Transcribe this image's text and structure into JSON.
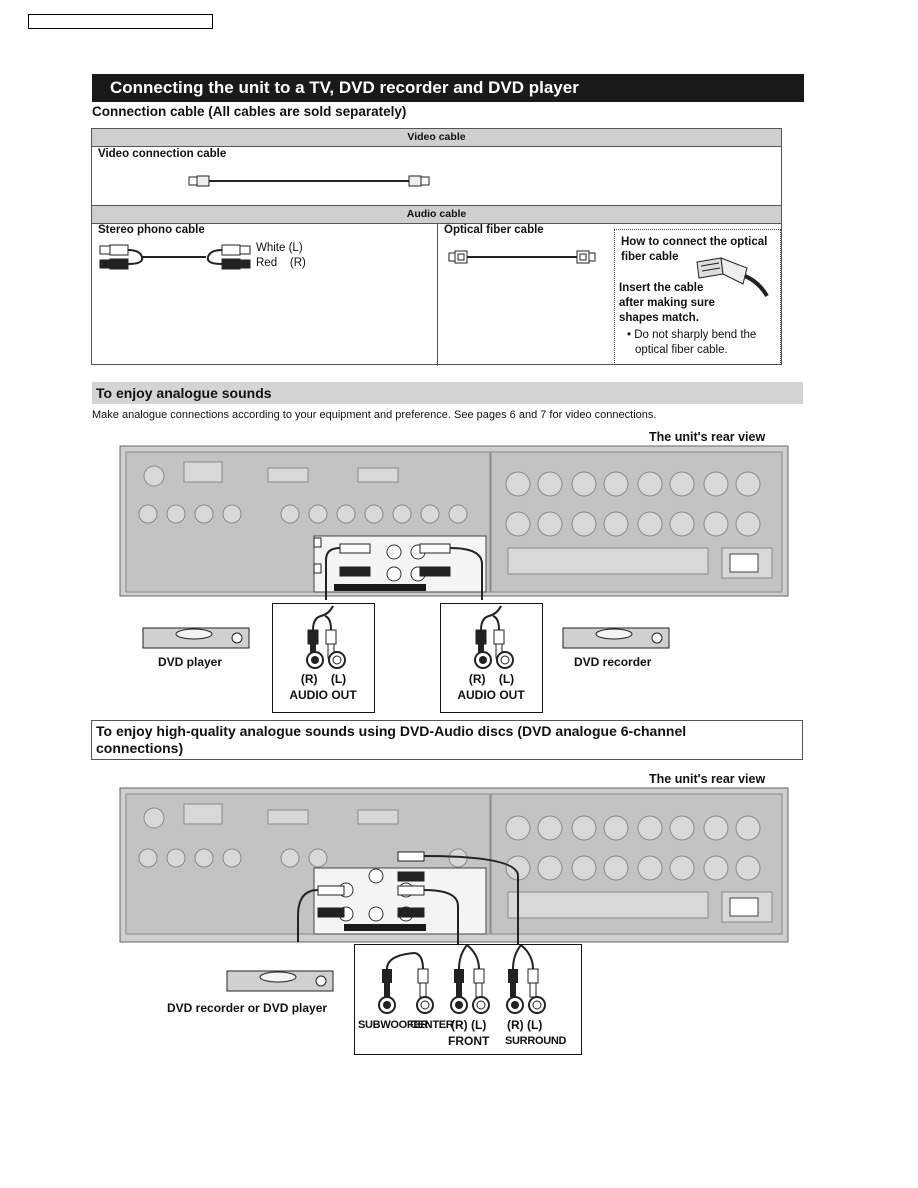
{
  "header": {
    "title": "Connecting the unit to a TV, DVD recorder and DVD player"
  },
  "connection_cable": {
    "heading": "Connection cable (All cables are sold separately)",
    "video_band": "Video cable",
    "video_connection_label": "Video connection cable",
    "audio_band": "Audio cable",
    "stereo_label": "Stereo phono cable",
    "white_label": "White (L)",
    "red_label": "Red    (R)",
    "optical_label": "Optical fiber cable",
    "howto_title_1": "How to connect the optical",
    "howto_title_2": "fiber cable",
    "insert_1": "Insert the cable",
    "insert_2": "after making sure",
    "insert_3": "shapes match.",
    "note_1": "• Do not sharply bend the",
    "note_2": "optical fiber cable."
  },
  "analogue": {
    "heading": "To enjoy analogue sounds",
    "intro": "Make analogue connections according to your equipment and preference. See pages 6 and 7 for video connections.",
    "rear_view": "The unit's rear view",
    "dvd_player": "DVD player",
    "dvd_recorder": "DVD recorder",
    "r_l_left": "(R)    (L)",
    "audio_out_left": "AUDIO OUT",
    "r_l_right": "(R)    (L)",
    "audio_out_right": "AUDIO OUT"
  },
  "six_channel": {
    "heading_1": "To enjoy high-quality analogue sounds using DVD-Audio discs (DVD analogue 6-channel",
    "heading_2": "connections)",
    "rear_view": "The unit's rear view",
    "device": "DVD recorder or DVD player",
    "subwoofer": "SUBWOOFER",
    "center": "CENTER",
    "front_rl": "(R) (L)",
    "front": "FRONT",
    "surround_rl": "(R) (L)",
    "surround": "SURROUND"
  }
}
